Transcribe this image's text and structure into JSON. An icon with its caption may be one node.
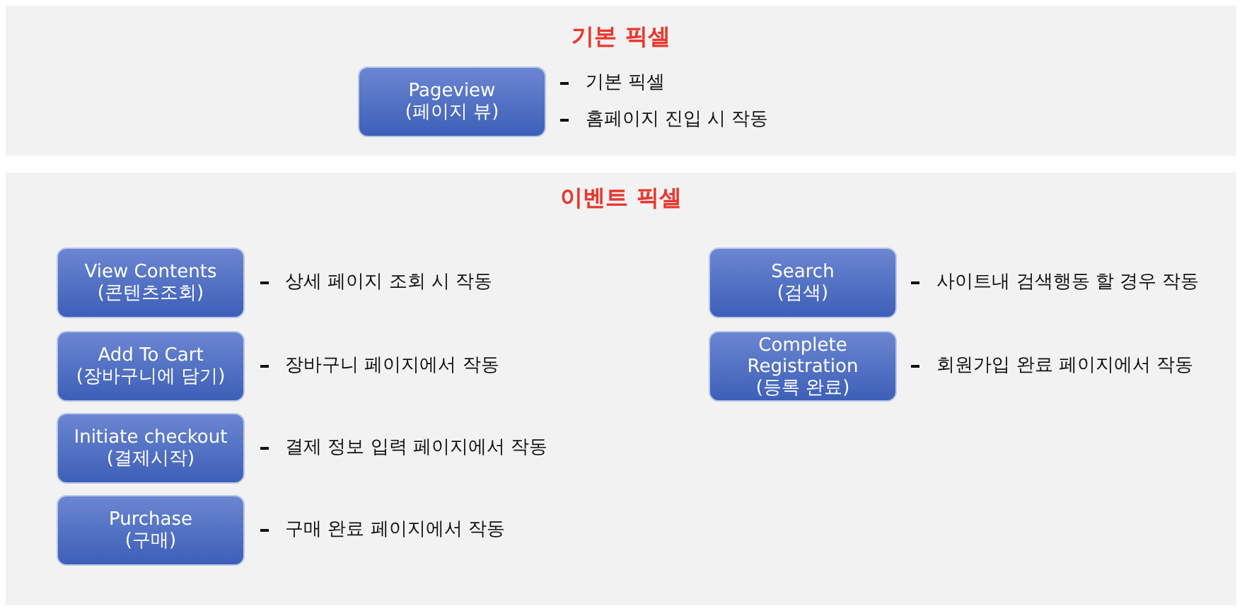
{
  "diagram": {
    "nodes": [
      {
        "text": [
          "기본 픽셀"
        ]
      },
      {
        "text": [
          "Pageview",
          "(페이지 뷰)"
        ],
        "in": 0,
        "beside": [
          "기본 픽셀",
          "홈페이지 진입 시 작동"
        ]
      },
      {
        "text": [
          "이벤트 픽셀"
        ]
      },
      {
        "text": [
          "View Contents",
          "(콘텐츠조회)"
        ],
        "in": 2,
        "beside": [
          "상세 페이지 조회 시 작동"
        ]
      },
      {
        "text": [
          "Add To Cart",
          "(장바구니에 담기)"
        ],
        "in": 2,
        "beside": [
          "장바구니 페이지에서 작동"
        ]
      },
      {
        "text": [
          "Initiate checkout",
          "(결제시작)"
        ],
        "in": 2,
        "beside": [
          "결제 정보 입력 페이지에서 작동"
        ]
      },
      {
        "text": [
          "Purchase",
          "(구매)"
        ],
        "in": 2,
        "beside": [
          "구매 완료 페이지에서 작동"
        ]
      },
      {
        "text": [
          "Search",
          "(검색)"
        ],
        "in": 2,
        "beside": [
          "사이트내 검색행동 할 경우 작동"
        ]
      },
      {
        "text": [
          "Complete Registration",
          "(등록 완료)"
        ],
        "in": 2,
        "beside": [
          "회원가입 완료 페이지에서 작동"
        ]
      }
    ],
    "edges": []
  }
}
